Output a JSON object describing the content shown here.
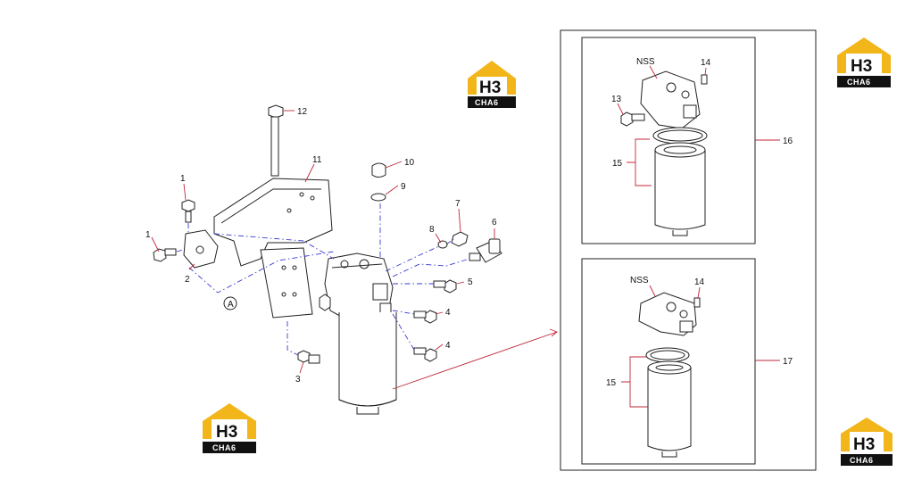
{
  "callouts": {
    "c1a": "1",
    "c1b": "1",
    "c2": "2",
    "c3": "3",
    "c4a": "4",
    "c4b": "4",
    "c5": "5",
    "c6": "6",
    "c7": "7",
    "c8": "8",
    "c9": "9",
    "c10": "10",
    "c11": "11",
    "c12": "12",
    "cA": "A",
    "c13": "13",
    "c14a": "14",
    "c14b": "14",
    "c15a": "15",
    "c15b": "15",
    "c16": "16",
    "c17": "17",
    "nssA": "NSS",
    "nssB": "NSS"
  },
  "logo": {
    "letters": "H3",
    "sub": "CHA6"
  },
  "colors": {
    "leader": "#c0273a",
    "centerline": "#3a3ad0",
    "logo_accent": "#f2b51a"
  }
}
